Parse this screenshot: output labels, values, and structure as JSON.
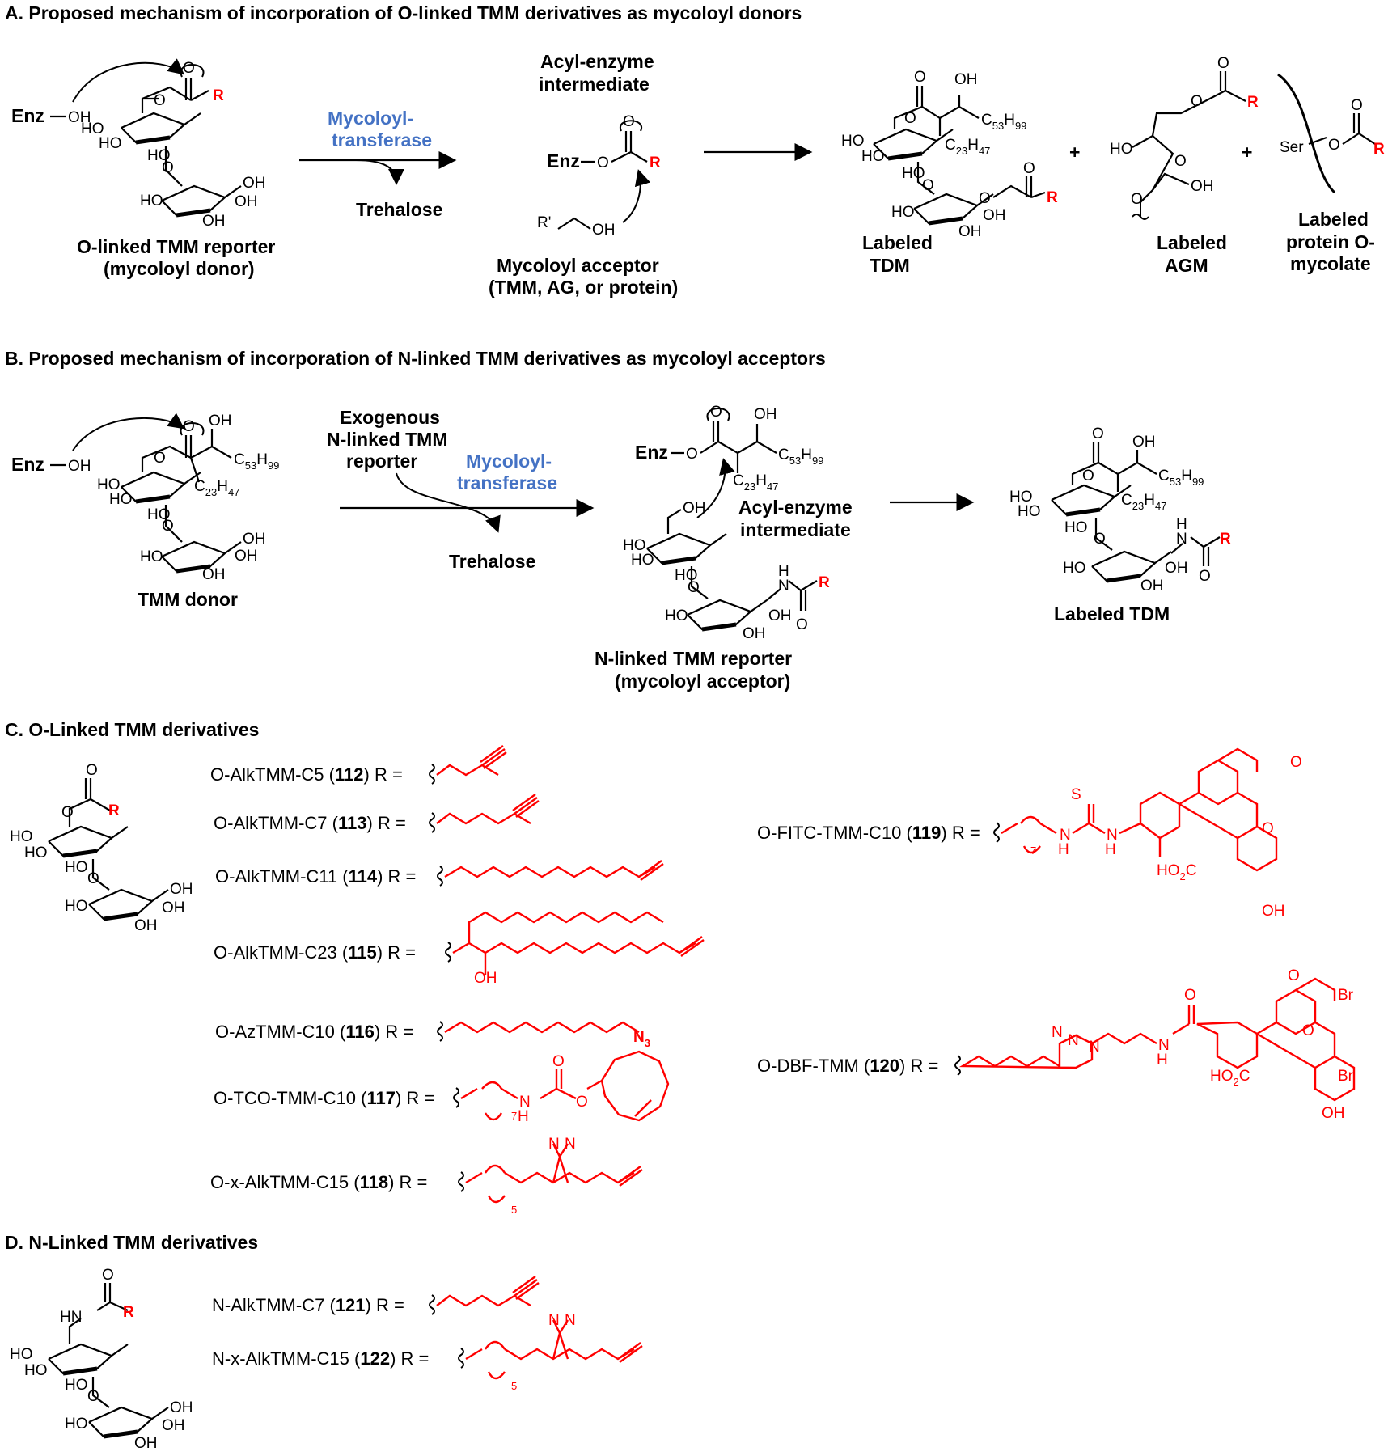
{
  "panels": {
    "a": {
      "title": "A. Proposed mechanism of incorporation of O-linked TMM derivatives as mycoloyl donors",
      "enzyme": "Enz",
      "reporter_label_1": "O-linked TMM reporter",
      "reporter_label_2": "(mycoloyl donor)",
      "enzyme_name_1": "Mycoloyl-",
      "enzyme_name_2": "transferase",
      "byproduct": "Trehalose",
      "intermediate_1": "Acyl-enzyme",
      "intermediate_2": "intermediate",
      "acceptor_1": "Mycoloyl acceptor",
      "acceptor_2": "(TMM, AG, or protein)",
      "product_tdm_1": "Labeled",
      "product_tdm_2": "TDM",
      "product_agm_1": "Labeled",
      "product_agm_2": "AGM",
      "product_protein_1": "Labeled",
      "product_protein_2": "protein O-",
      "product_protein_3": "mycolate",
      "plus": "+",
      "serine": "Ser"
    },
    "b": {
      "title": "B. Proposed mechanism of incorporation of N-linked TMM derivatives as mycoloyl acceptors",
      "donor_label": "TMM donor",
      "exogenous_1": "Exogenous",
      "exogenous_2": "N-linked TMM",
      "exogenous_3": "reporter",
      "enzyme_name_1": "Mycoloyl-",
      "enzyme_name_2": "transferase",
      "byproduct": "Trehalose",
      "intermediate_1": "Acyl-enzyme",
      "intermediate_2": "intermediate",
      "reporter_label_1": "N-linked TMM reporter",
      "reporter_label_2": "(mycoloyl acceptor)",
      "product": "Labeled TDM"
    },
    "c": {
      "title": "C. O-Linked TMM derivatives",
      "compounds": [
        {
          "name": "O-AlkTMM-C5",
          "num": "112"
        },
        {
          "name": "O-AlkTMM-C7",
          "num": "113"
        },
        {
          "name": "O-AlkTMM-C11",
          "num": "114"
        },
        {
          "name": "O-AlkTMM-C23",
          "num": "115"
        },
        {
          "name": "O-AzTMM-C10",
          "num": "116"
        },
        {
          "name": "O-TCO-TMM-C10",
          "num": "117"
        },
        {
          "name": "O-x-AlkTMM-C15",
          "num": "118"
        },
        {
          "name": "O-FITC-TMM-C10",
          "num": "119"
        },
        {
          "name": "O-DBF-TMM",
          "num": "120"
        }
      ]
    },
    "d": {
      "title": "D. N-Linked TMM derivatives",
      "compounds": [
        {
          "name": "N-AlkTMM-C7",
          "num": "121"
        },
        {
          "name": "N-x-AlkTMM-C15",
          "num": "122"
        }
      ]
    }
  },
  "atoms": {
    "R": "R",
    "O": "O",
    "OH": "OH",
    "HO": "HO",
    "N": "N",
    "H": "H",
    "S": "S",
    "Br": "Br",
    "N3": "N",
    "N3sub": "3",
    "C53": "C",
    "C53sub": "53",
    "H99": "H",
    "H99sub": "99",
    "C23": "C",
    "C23sub": "23",
    "H47": "H",
    "H47sub": "47",
    "Rprime": "R'",
    "CO2H": "HO",
    "CO2Hsub": "2",
    "CO2Htail": "C",
    "n7": "7",
    "n5": "5",
    "HN": "HN"
  },
  "colors": {
    "accent_red": "#ff0000",
    "enzyme_blue": "#4472c4",
    "ink": "#000000"
  }
}
